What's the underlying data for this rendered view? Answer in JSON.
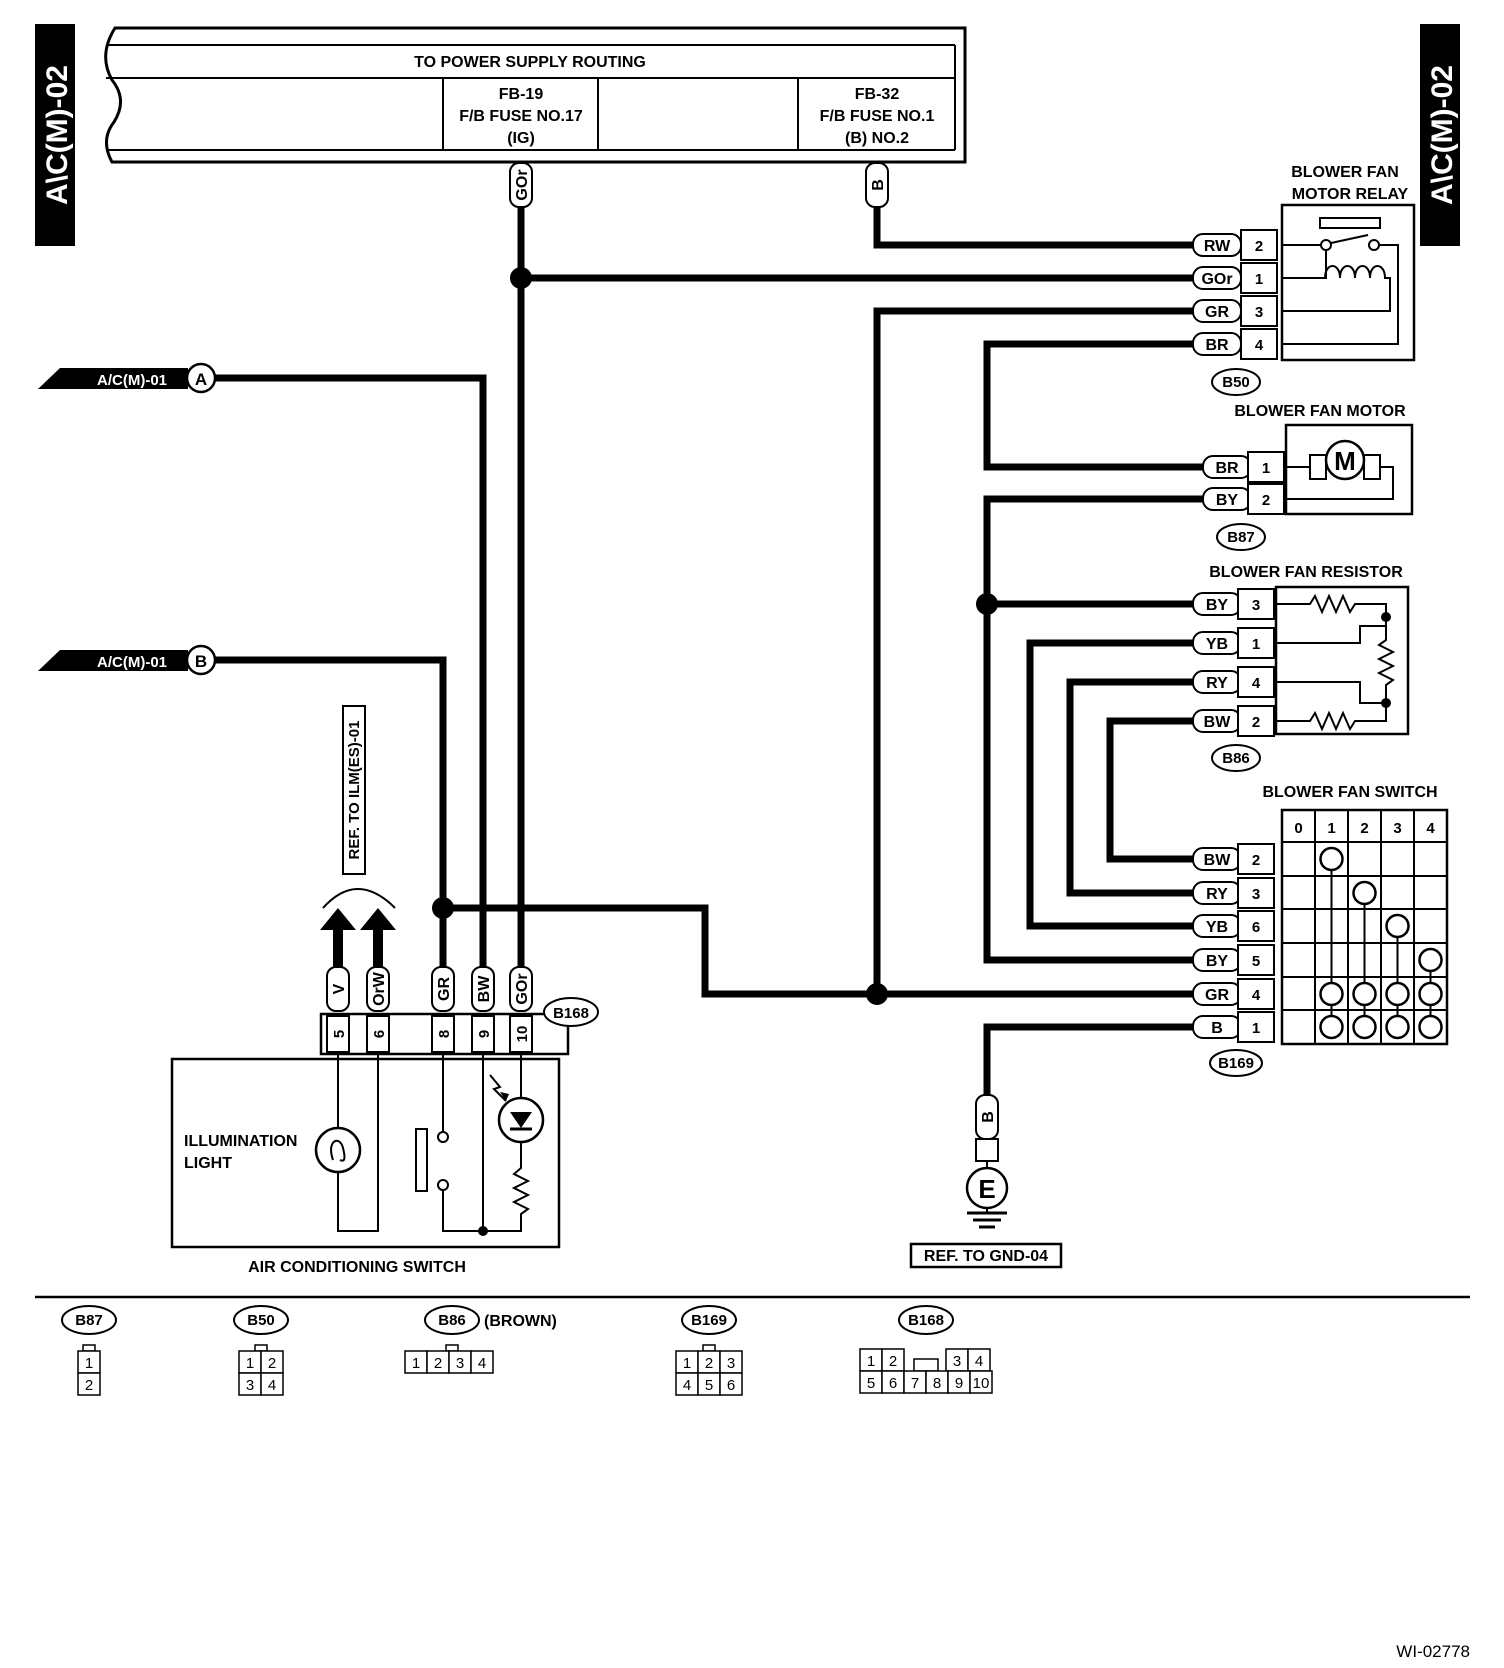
{
  "diagram_id": "WI-02778",
  "side_label_left": "A\\C(M)-02",
  "side_label_right": "A\\C(M)-02",
  "power_supply": {
    "title": "TO POWER SUPPLY ROUTING",
    "fb19": [
      "FB-19",
      "F/B FUSE NO.17",
      "(IG)"
    ],
    "fb32": [
      "FB-32",
      "F/B FUSE NO.1",
      "(B)  NO.2"
    ],
    "wire_fb19": "GOr",
    "wire_fb32": "B"
  },
  "refs": {
    "a": {
      "text": "A/C(M)-01",
      "letter": "A"
    },
    "b": {
      "text": "A/C(M)-01",
      "letter": "B"
    },
    "ilm": "REF. TO ILM(ES)-01",
    "gnd": "REF. TO GND-04",
    "ground_letter": "E",
    "ground_wire": "B"
  },
  "relay": {
    "title": [
      "BLOWER FAN",
      "MOTOR RELAY"
    ],
    "connector": "B50",
    "pins": [
      {
        "wire": "RW",
        "pin": "2"
      },
      {
        "wire": "GOr",
        "pin": "1"
      },
      {
        "wire": "GR",
        "pin": "3"
      },
      {
        "wire": "BR",
        "pin": "4"
      }
    ]
  },
  "motor": {
    "title": "BLOWER FAN MOTOR",
    "connector": "B87",
    "symbol": "M",
    "pins": [
      {
        "wire": "BR",
        "pin": "1"
      },
      {
        "wire": "BY",
        "pin": "2"
      }
    ]
  },
  "resistor": {
    "title": "BLOWER FAN RESISTOR",
    "connector": "B86",
    "pins": [
      {
        "wire": "BY",
        "pin": "3"
      },
      {
        "wire": "YB",
        "pin": "1"
      },
      {
        "wire": "RY",
        "pin": "4"
      },
      {
        "wire": "BW",
        "pin": "2"
      }
    ]
  },
  "fan_switch": {
    "title": "BLOWER FAN SWITCH",
    "connector": "B169",
    "positions": [
      "0",
      "1",
      "2",
      "3",
      "4"
    ],
    "pins": [
      {
        "wire": "BW",
        "pin": "2"
      },
      {
        "wire": "RY",
        "pin": "3"
      },
      {
        "wire": "YB",
        "pin": "6"
      },
      {
        "wire": "BY",
        "pin": "5"
      },
      {
        "wire": "GR",
        "pin": "4"
      },
      {
        "wire": "B",
        "pin": "1"
      }
    ]
  },
  "ac_switch": {
    "title": "AIR CONDITIONING SWITCH",
    "connector": "B168",
    "illumination": [
      "ILLUMINATION",
      "LIGHT"
    ],
    "pins": [
      {
        "wire": "V",
        "pin": "5"
      },
      {
        "wire": "OrW",
        "pin": "6"
      },
      {
        "wire": "GR",
        "pin": "8"
      },
      {
        "wire": "BW",
        "pin": "9"
      },
      {
        "wire": "GOr",
        "pin": "10"
      }
    ]
  },
  "connector_views": {
    "b87": {
      "name": "B87",
      "rows": [
        [
          "1"
        ],
        [
          "2"
        ]
      ]
    },
    "b50": {
      "name": "B50",
      "rows": [
        [
          "1",
          "2"
        ],
        [
          "3",
          "4"
        ]
      ]
    },
    "b86": {
      "name": "B86",
      "note": "(BROWN)",
      "rows": [
        [
          "1",
          "2",
          "3",
          "4"
        ]
      ]
    },
    "b169": {
      "name": "B169",
      "rows": [
        [
          "1",
          "2",
          "3"
        ],
        [
          "4",
          "5",
          "6"
        ]
      ]
    },
    "b168": {
      "name": "B168",
      "rows": [
        [
          "1",
          "2",
          "",
          "3",
          "4"
        ],
        [
          "5",
          "6",
          "7",
          "8",
          "9",
          "10"
        ]
      ]
    }
  }
}
